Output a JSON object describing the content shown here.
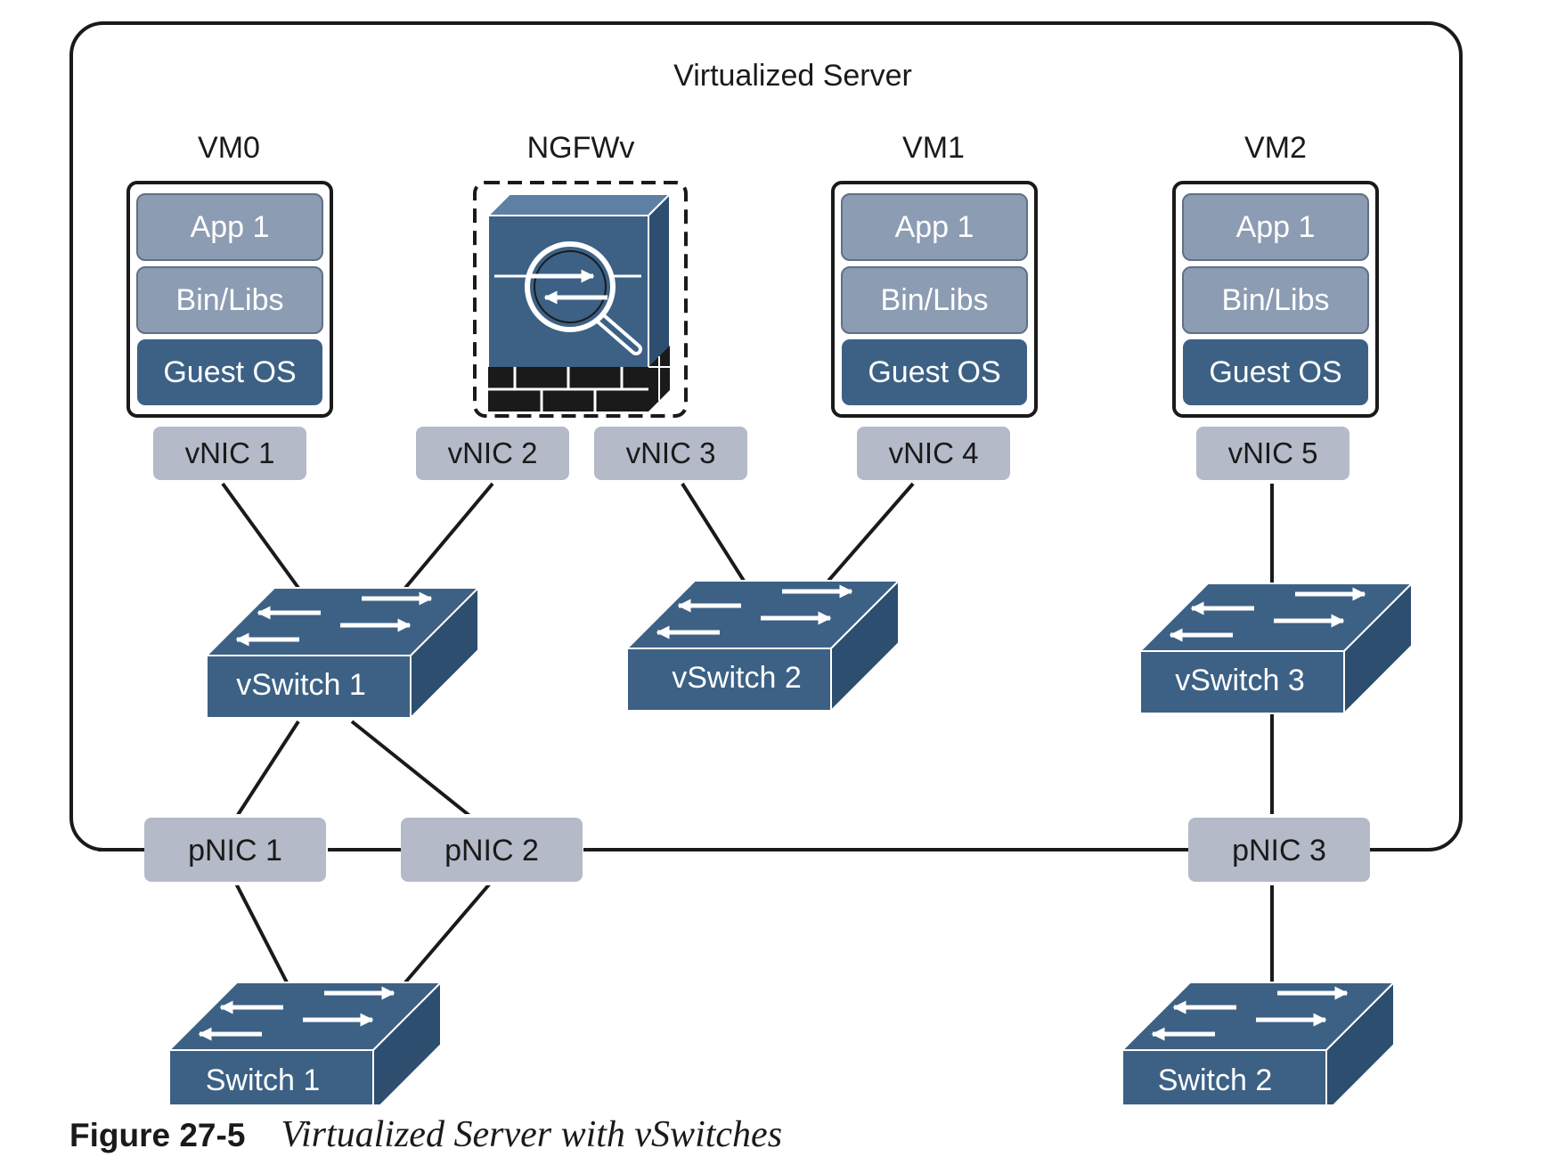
{
  "server": {
    "title": "Virtualized Server"
  },
  "vms": [
    {
      "id": "vm0",
      "name": "VM0",
      "app": "App 1",
      "bins": "Bin/Libs",
      "os": "Guest OS"
    },
    {
      "id": "vm1",
      "name": "VM1",
      "app": "App 1",
      "bins": "Bin/Libs",
      "os": "Guest OS"
    },
    {
      "id": "vm2",
      "name": "VM2",
      "app": "App 1",
      "bins": "Bin/Libs",
      "os": "Guest OS"
    }
  ],
  "firewall": {
    "name": "NGFWv"
  },
  "vnics": [
    "vNIC 1",
    "vNIC 2",
    "vNIC 3",
    "vNIC 4",
    "vNIC 5"
  ],
  "vswitches": [
    "vSwitch 1",
    "vSwitch 2",
    "vSwitch 3"
  ],
  "pnics": [
    "pNIC 1",
    "pNIC 2",
    "pNIC 3"
  ],
  "switches": [
    "Switch 1",
    "Switch 2"
  ],
  "caption": {
    "number": "Figure 27-5",
    "title": "Virtualized Server with vSwitches"
  },
  "colors": {
    "navy": "#3c6185",
    "navy_dark": "#2d4e6e",
    "layer_light": "#8c9cb3",
    "nic_fill": "#b4bac8",
    "line": "#1a1a1a"
  }
}
